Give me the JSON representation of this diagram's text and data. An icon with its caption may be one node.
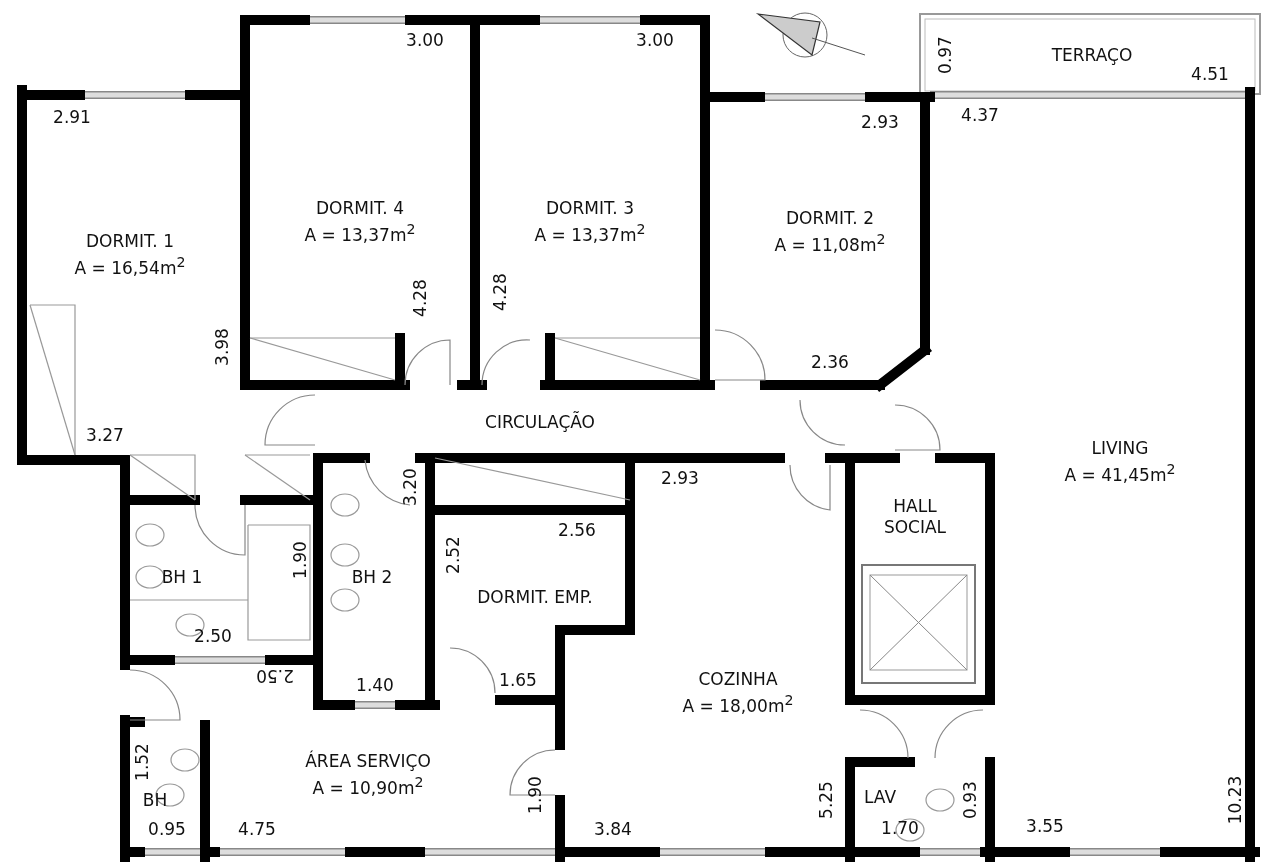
{
  "diagram": {
    "nodes": [
      {
        "text": [
          "DORMIT. 1",
          "A = 16,54m$^{2}$"
        ]
      },
      {
        "text": [
          "DORMIT. 4",
          "A = 13,37m$^{2}$"
        ]
      },
      {
        "text": [
          "DORMIT. 3",
          "A = 13,37m$^{2}$"
        ]
      },
      {
        "text": [
          "DORMIT. 2",
          "A = 11,08m$^{2}$"
        ]
      },
      {
        "text": [
          "TERRAÇO"
        ]
      },
      {
        "text": [
          "CIRCULAÇÃO"
        ]
      },
      {
        "text": [
          "LIVING",
          "A = 41,45m$^{2}$"
        ]
      },
      {
        "text": [
          "HALL SOCIAL"
        ]
      },
      {
        "text": [
          "BH 1"
        ]
      },
      {
        "text": [
          "BH 2"
        ]
      },
      {
        "text": [
          "DORMIT. EMP."
        ]
      },
      {
        "text": [
          "COZINHA",
          "A = 18,00m$^{2}$"
        ]
      },
      {
        "text": [
          "ÁREA SERVIÇO",
          "A = 10,90m$^{2}$"
        ]
      },
      {
        "text": [
          "BH"
        ]
      },
      {
        "text": [
          "LAV"
        ]
      }
    ],
    "labels": [
      "3.00",
      "3.00",
      "0.97",
      "4.51",
      "2.91",
      "4.37",
      "2.93",
      "4.28",
      "4.28",
      "3.98",
      "2.36",
      "3.27",
      "2.93",
      "3.20",
      "2.56",
      "1.90",
      "2.52",
      "2.50",
      "2.50",
      "1.40",
      "1.65",
      "1.52",
      "1.90",
      "5.25",
      "0.93",
      "10.23",
      "0.95",
      "4.75",
      "3.84",
      "1.70",
      "3.55"
    ]
  }
}
